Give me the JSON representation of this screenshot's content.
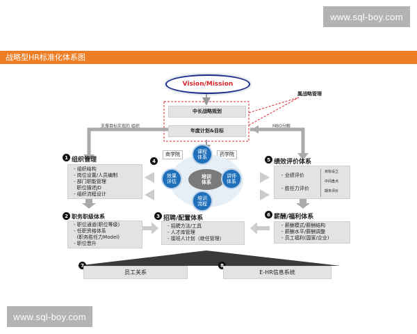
{
  "watermark_top": "www.sql-boy.com",
  "watermark_bottom": "www.sql-boy.com",
  "page_title": "战略型HR标准化体系图",
  "vision": "Vision/Mission",
  "strategy_mgmt": "属战略管理",
  "mid_long_plan": "中长战略规划",
  "annual_plan": "年度计划&目标",
  "support_label": "支撑目标实现的 组织",
  "mbo_label": "MBO分解",
  "center": {
    "core": "培训\n体系",
    "top": "课程\n体系",
    "right": "讲师\n体系",
    "bottom": "培训\n流程",
    "left": "效果\n评估",
    "tag_left": "商学院",
    "tag_right": "药学院",
    "num": "4"
  },
  "org": {
    "num": "1",
    "title": "组织管理",
    "items": [
      "- 组织结构",
      "- 岗位设置/人员编制",
      "- 部门职能管理",
      "  职位描述JD",
      "- 组织流程设计"
    ]
  },
  "career": {
    "num": "2",
    "title": "职务职级体系",
    "items": [
      "- 职位通道(职位等级)",
      "- 任职资格体系",
      "  (职务胜任力Model)",
      "- 职位晋升"
    ]
  },
  "recruit": {
    "num": "3",
    "title": "招聘/配置体系",
    "items": [
      "- 招聘方法/工具",
      "- 人才库管理",
      "- 接班人计划（继任管理）"
    ]
  },
  "perf": {
    "num": "5",
    "title": "绩效评价体系",
    "items": [
      "- 业绩评价",
      "- 胜任力评价"
    ],
    "side": [
      "目标设立",
      "中间盘点",
      "期末评价"
    ]
  },
  "pay": {
    "num": "6",
    "title": "薪酬/福利体系",
    "items": [
      "- 薪酬模式/薪酬结构",
      "- 薪酬水平/薪酬调整",
      "- 员工福利(国家/企业)"
    ]
  },
  "employee": {
    "num": "7",
    "label": "员工关系"
  },
  "ehr": {
    "num": "8",
    "label": "E-HR信息系统"
  },
  "colors": {
    "orange": "#ef7d24",
    "blue": "#1f6fba",
    "red": "#d9262c",
    "navy": "#1a2a8a"
  }
}
